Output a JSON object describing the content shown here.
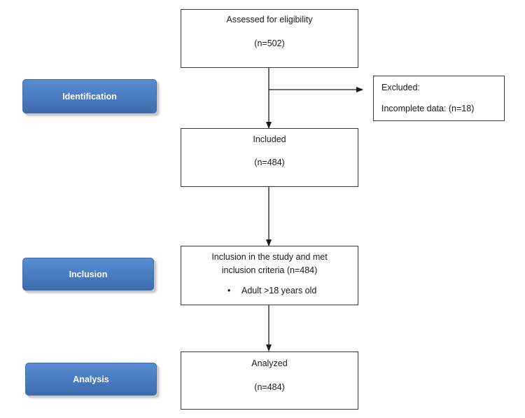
{
  "stages": [
    {
      "id": "identification",
      "label": "Identification"
    },
    {
      "id": "inclusion",
      "label": "Inclusion"
    },
    {
      "id": "analysis",
      "label": "Analysis"
    }
  ],
  "boxes": {
    "assessed": {
      "title": "Assessed for eligibility",
      "count": "(n=502)"
    },
    "excluded": {
      "title": "Excluded:",
      "reason": "Incomplete data: (n=18)"
    },
    "included": {
      "title": "Included",
      "count": "(n=484)"
    },
    "inclusion_criteria": {
      "line1": "Inclusion in the study and met",
      "line2": "inclusion criteria (n=484)",
      "bullet": "Adult >18 years old"
    },
    "analyzed": {
      "title": "Analyzed",
      "count": "(n=484)"
    }
  },
  "colors": {
    "stage_fill": "#4a7bc0",
    "stage_border": "#3f6ea8",
    "stage_text": "#ffffff",
    "box_border": "#3a3a3a",
    "connector": "#1a1a1a"
  }
}
